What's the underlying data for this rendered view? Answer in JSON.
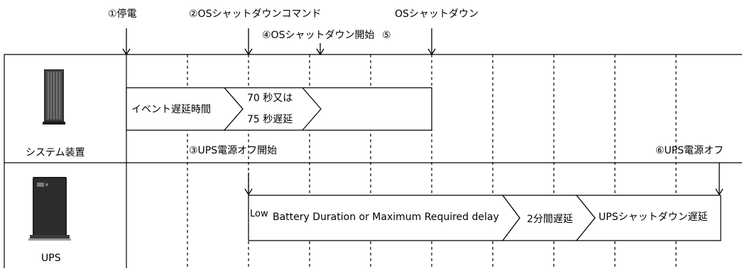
{
  "events": {
    "power_failure": "①停電",
    "os_shutdown_command": "②OSシャットダウンコマンド",
    "ups_power_off_start": "③UPS電源オフ開始",
    "os_shutdown_start": "④OSシャットダウン開始",
    "event5_marker": "⑤",
    "os_shutdown": "OSシャットダウン",
    "ups_power_off": "⑥UPS電源オフ"
  },
  "rows": {
    "system": {
      "label": "システム装置",
      "icon": "server-tower-icon"
    },
    "ups": {
      "label": "UPS",
      "icon": "ups-unit-icon"
    }
  },
  "system_bars": {
    "event_delay": "イベント遅延時間",
    "delay_option_line1": "70 秒又は",
    "delay_option_line2": "75 秒遅延"
  },
  "ups_bars": {
    "low_prefix": "Low",
    "battery_delay": "Battery Duration or Maximum Required delay",
    "two_min_delay": "2分間遅延",
    "ups_shutdown_delay": "UPSシャットダウン遅延"
  },
  "colors": {
    "line": "#000000",
    "server_body": "#3a3a3a",
    "ups_body": "#1e1e1e"
  }
}
